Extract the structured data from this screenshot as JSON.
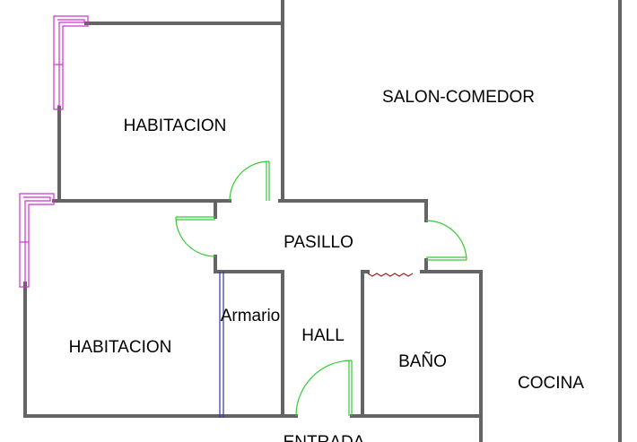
{
  "rooms": {
    "bedroom_top": "HABITACION",
    "living_dining": "SALON-COMEDOR",
    "corridor": "PASILLO",
    "closet": "Armario",
    "bedroom_bottom": "HABITACION",
    "hall": "HALL",
    "bathroom": "BAÑO",
    "kitchen": "COCINA",
    "entrance": "ENTRADA"
  },
  "colors": {
    "wall": "#646464",
    "door": "#33cc33",
    "window": "#cc33cc",
    "closet": "#3333aa",
    "curtain": "#aa2222"
  }
}
